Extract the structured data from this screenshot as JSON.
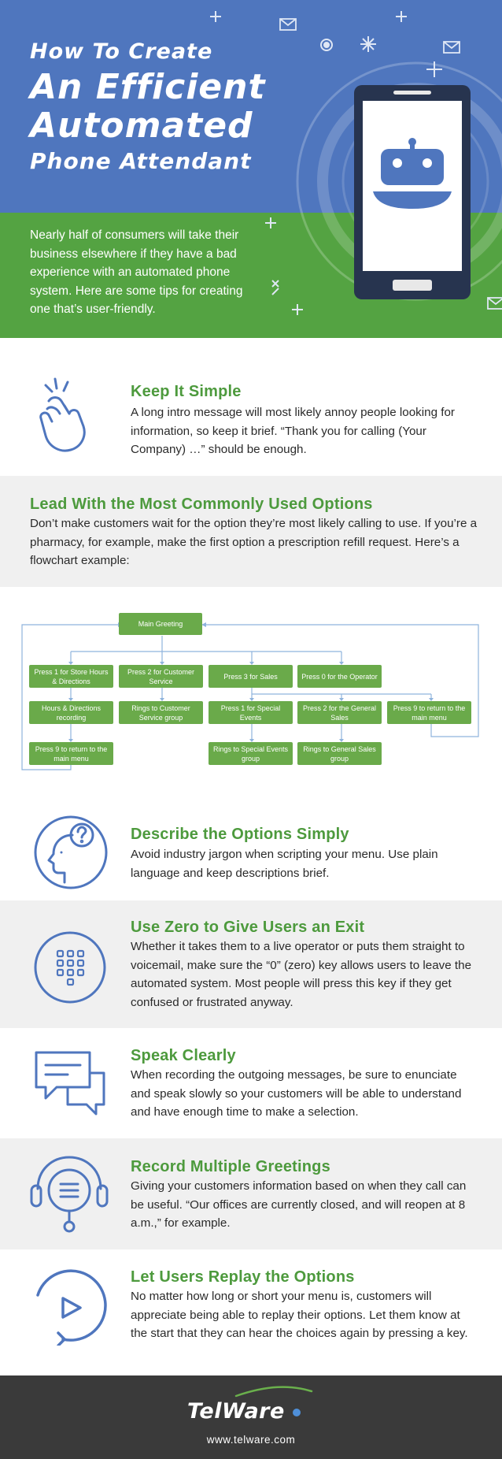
{
  "hero": {
    "title_line1": "How To Create",
    "title_line2": "An Efficient",
    "title_line3": "Automated",
    "title_line4": "Phone Attendant",
    "intro": "Nearly half of consumers will take their business elsewhere if they have a bad experience with an automated phone system. Here are some tips for creating one that’s user-friendly.",
    "colors": {
      "blue": "#4f76be",
      "green": "#54a342",
      "phone": "#27344f"
    }
  },
  "tips": [
    {
      "title": "Keep It Simple",
      "body": "A long intro message will most likely annoy people looking for information, so keep it brief. “Thank you for calling (Your Company) …” should be enough.",
      "icon": "snapping-fingers-icon"
    },
    {
      "title": "Lead With the Most Commonly Used Options",
      "body": "Don’t make customers wait for the option they’re most likely calling to use. If you’re a pharmacy, for example, make the first option a prescription refill request. Here’s a flowchart example:"
    },
    {
      "title": "Describe the Options Simply",
      "body": "Avoid industry jargon when scripting your menu. Use plain language and keep descriptions brief.",
      "icon": "head-question-icon"
    },
    {
      "title": "Use Zero to Give Users an Exit",
      "body": "Whether it takes them to a live operator or puts them straight to voicemail, make sure the “0” (zero) key allows users to leave the automated system. Most people will press this key if they get confused or frustrated anyway.",
      "icon": "keypad-icon"
    },
    {
      "title": "Speak Clearly",
      "body": "When recording the outgoing messages, be sure to enunciate and speak slowly so your customers will be able to understand and have enough time to make a selection.",
      "icon": "chat-bubbles-icon"
    },
    {
      "title": "Record Multiple Greetings",
      "body": "Giving your customers information based on when they call can be useful. “Our offices are currently closed, and will reopen at 8 a.m.,” for example.",
      "icon": "headset-icon"
    },
    {
      "title": "Let Users Replay the Options",
      "body": "No matter how long or short your menu is, customers will appreciate being able to replay their options. Let them know at the start that they can hear the choices again by pressing a key.",
      "icon": "replay-icon"
    }
  ],
  "flowchart": {
    "main": "Main Greeting",
    "level1": [
      "Press 1 for Store Hours & Directions",
      "Press 2 for Customer Service",
      "Press 3 for Sales",
      "Press 0 for the Operator"
    ],
    "level2": [
      "Hours & Directions recording",
      "Rings to Customer Service group",
      "Press 1 for Special Events",
      "Press 2 for the General Sales",
      "Press 9 to return to the main menu"
    ],
    "level3": [
      "Press 9 to return to the main menu",
      "Rings to Special Events group",
      "Rings to General Sales group"
    ],
    "colors": {
      "box": "#6aaa4a",
      "line": "#8fb3dd"
    }
  },
  "footer": {
    "logo": "TelWare",
    "url": "www.telware.com"
  }
}
